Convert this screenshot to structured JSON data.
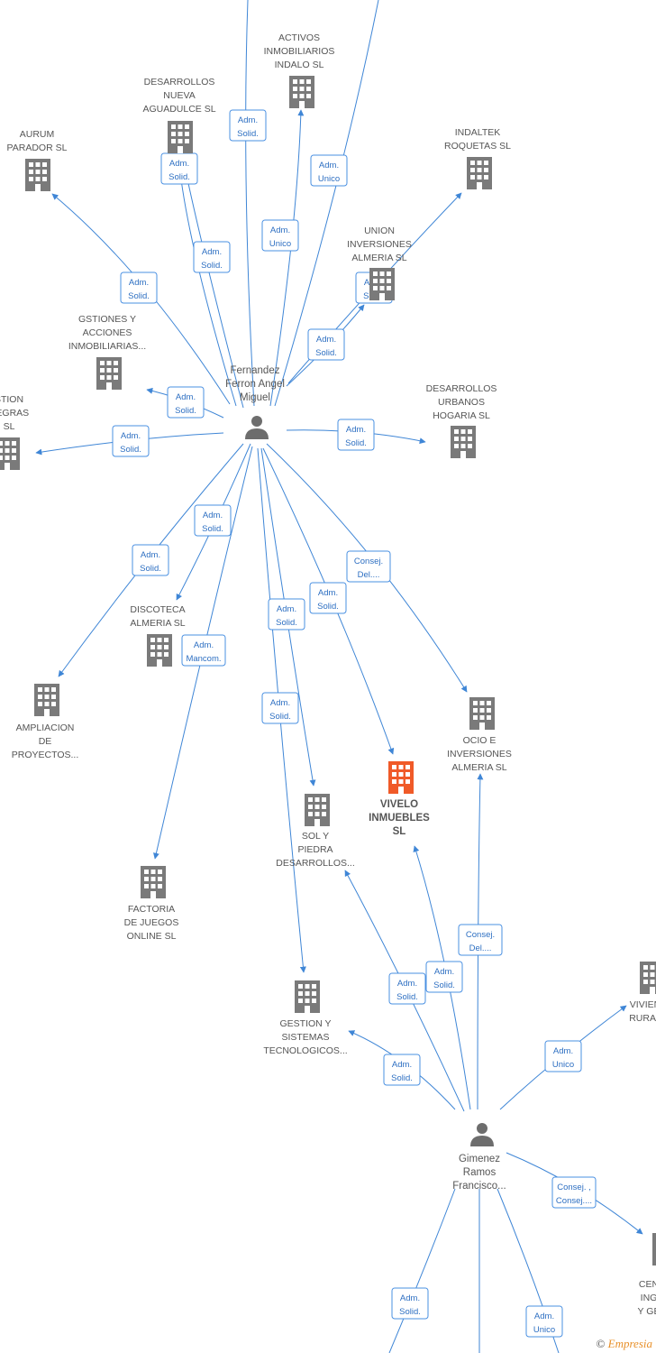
{
  "colors": {
    "edge": "#3f86d6",
    "building": "#7a7a7a",
    "focus_building": "#f05a28",
    "person": "#6d6d6d",
    "label": "#555555"
  },
  "persons": [
    {
      "id": "p1",
      "icon": "person-icon",
      "label": [
        "Fernandez",
        "Ferron Angel",
        "Miguel"
      ]
    },
    {
      "id": "p2",
      "icon": "person-icon",
      "label": [
        "Gimenez",
        "Ramos",
        "Francisco..."
      ]
    }
  ],
  "companies": [
    {
      "id": "activos",
      "icon": "building-icon",
      "label": [
        "ACTIVOS",
        "INMOBILIARIOS",
        "INDALO  SL"
      ]
    },
    {
      "id": "desnueva",
      "icon": "building-icon",
      "label": [
        "DESARROLLOS",
        "NUEVA",
        "AGUADULCE  SL"
      ]
    },
    {
      "id": "aurum",
      "icon": "building-icon",
      "label": [
        "AURUM",
        "PARADOR  SL"
      ]
    },
    {
      "id": "indaltek",
      "icon": "building-icon",
      "label": [
        "INDALTEK",
        "ROQUETAS  SL"
      ]
    },
    {
      "id": "union",
      "icon": "building-icon",
      "label": [
        "UNION",
        "INVERSIONES",
        "ALMERIA  SL"
      ]
    },
    {
      "id": "gstiones",
      "icon": "building-icon",
      "label": [
        "GSTIONES Y",
        "ACCIONES",
        "INMOBILIARIAS..."
      ]
    },
    {
      "id": "gestionnegras",
      "icon": "building-icon",
      "label": [
        "STION",
        "NEGRAS",
        "SL"
      ]
    },
    {
      "id": "desurbanos",
      "icon": "building-icon",
      "label": [
        "DESARROLLOS",
        "URBANOS",
        "HOGARIA  SL"
      ]
    },
    {
      "id": "discoteca",
      "icon": "building-icon",
      "label": [
        "DISCOTECA",
        "ALMERIA SL"
      ]
    },
    {
      "id": "ampliacion",
      "icon": "building-icon",
      "label": [
        "AMPLIACION",
        "DE",
        "PROYECTOS..."
      ]
    },
    {
      "id": "ocio",
      "icon": "building-icon",
      "label": [
        "OCIO E",
        "INVERSIONES",
        "ALMERIA SL"
      ]
    },
    {
      "id": "vivelo",
      "icon": "building-icon",
      "focus": true,
      "label": [
        "VIVELO",
        "INMUEBLES",
        "SL"
      ]
    },
    {
      "id": "solpiedra",
      "icon": "building-icon",
      "label": [
        "SOL Y",
        "PIEDRA",
        "DESARROLLOS..."
      ]
    },
    {
      "id": "factoria",
      "icon": "building-icon",
      "label": [
        "FACTORIA",
        "DE JUEGOS",
        "ONLINE SL"
      ]
    },
    {
      "id": "gestionsis",
      "icon": "building-icon",
      "label": [
        "GESTION Y",
        "SISTEMAS",
        "TECNOLOGICOS..."
      ]
    },
    {
      "id": "viviendas",
      "icon": "building-icon",
      "label": [
        "VIVIEN",
        "RURAL"
      ]
    },
    {
      "id": "cen",
      "icon": "building-icon",
      "label": [
        "CEN",
        "ING",
        "Y GE"
      ]
    }
  ],
  "edges": [
    {
      "from": "p1",
      "to": "activos",
      "label": [
        "Adm.",
        "Unico"
      ]
    },
    {
      "from": "p1",
      "to": "desnueva",
      "label": [
        "Adm.",
        "Solid."
      ]
    },
    {
      "from": "p1",
      "to": "desnueva",
      "label": [
        "Adm.",
        "Solid."
      ]
    },
    {
      "from": "p1",
      "to": "top1",
      "label": [
        "Adm.",
        "Solid."
      ]
    },
    {
      "from": "p1",
      "to": "top2",
      "label": [
        "Adm.",
        "Unico"
      ]
    },
    {
      "from": "p1",
      "to": "aurum",
      "label": [
        "Adm.",
        "Solid."
      ]
    },
    {
      "from": "p1",
      "to": "indaltek",
      "label": [
        "Adm.",
        "Solid."
      ]
    },
    {
      "from": "p1",
      "to": "union",
      "label": [
        "Adm.",
        "Solid."
      ]
    },
    {
      "from": "p1",
      "to": "gstiones",
      "label": [
        "Adm.",
        "Solid."
      ]
    },
    {
      "from": "p1",
      "to": "gestionnegras",
      "label": [
        "Adm.",
        "Solid."
      ]
    },
    {
      "from": "p1",
      "to": "desurbanos",
      "label": [
        "Adm.",
        "Solid."
      ]
    },
    {
      "from": "p1",
      "to": "discoteca",
      "label": [
        "Adm.",
        "Solid."
      ]
    },
    {
      "from": "p1",
      "to": "ampliacion",
      "label": [
        "Adm.",
        "Solid."
      ]
    },
    {
      "from": "p1",
      "to": "factoria",
      "label": [
        "Adm.",
        "Mancom."
      ]
    },
    {
      "from": "p1",
      "to": "solpiedra",
      "label": [
        "Adm.",
        "Solid."
      ]
    },
    {
      "from": "p1",
      "to": "gestionsis",
      "label": [
        "Adm.",
        "Solid."
      ]
    },
    {
      "from": "p1",
      "to": "vivelo",
      "label": [
        "Adm.",
        "Solid."
      ]
    },
    {
      "from": "p1",
      "to": "ocio",
      "label": [
        "Consej.",
        "Del...."
      ]
    },
    {
      "from": "p2",
      "to": "ocio",
      "label": [
        "Consej.",
        "Del...."
      ]
    },
    {
      "from": "p2",
      "to": "vivelo",
      "label": [
        "Adm.",
        "Solid."
      ]
    },
    {
      "from": "p2",
      "to": "solpiedra",
      "label": [
        "Adm.",
        "Solid."
      ]
    },
    {
      "from": "p2",
      "to": "gestionsis",
      "label": [
        "Adm.",
        "Solid."
      ]
    },
    {
      "from": "p2",
      "to": "viviendas",
      "label": [
        "Adm.",
        "Unico"
      ]
    },
    {
      "from": "p2",
      "to": "cen",
      "label": [
        "Consej. ,",
        "Consej...."
      ]
    },
    {
      "from": "p2",
      "to": "bottom1",
      "label": [
        "Adm.",
        "Solid."
      ]
    },
    {
      "from": "p2",
      "to": "bottom2",
      "label": [
        "Adm.",
        "Unico"
      ]
    },
    {
      "from": "p2",
      "to": "bottom3",
      "label": []
    }
  ],
  "footer": {
    "copyright_symbol": "©",
    "brand": "Empresia"
  }
}
